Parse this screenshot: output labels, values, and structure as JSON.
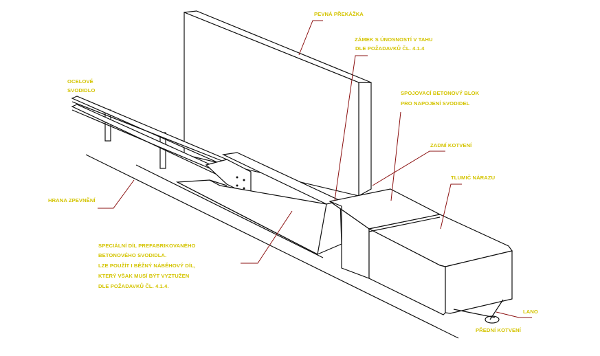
{
  "labels": {
    "fixed_obstacle": "PEVNÁ PŘEKÁŽKA",
    "lock_line1": "ZÁMEK S ÚNOSNOSTÍ V TAHU",
    "lock_line2": "DLE POŽADAVKŮ ČL. 4.1.4",
    "steel_line1": "OCELOVÉ",
    "steel_line2": "SVODIDLO",
    "block_line1": "SPOJOVACÍ BETONOVÝ BLOK",
    "block_line2": "PRO NAPOJENÍ SVODIDEL",
    "rear_anchor": "ZADNÍ KOTVENÍ",
    "attenuator": "TLUMIČ NÁRAZU",
    "pavement_edge": "HRANA ZPEVNĚNÍ",
    "special_line1": "SPECIÁLNÍ DÍL PREFABRIKOVANÉHO",
    "special_line2": "BETONOVÉHO SVODIDLA.",
    "special_line3": "LZE POUŽÍT I BĚŽNÝ NÁBĚHOVÝ DÍL,",
    "special_line4": "KTERÝ VŠAK MUSÍ BÝT VYZTUŽEN",
    "special_line5": "DLE POŽADAVKŮ ČL. 4.1.4.",
    "rope": "LANO",
    "front_anchor": "PŘEDNÍ KOTVENÍ"
  },
  "colors": {
    "label": "#d4c400",
    "leader": "#8b1010",
    "line": "#111111"
  }
}
